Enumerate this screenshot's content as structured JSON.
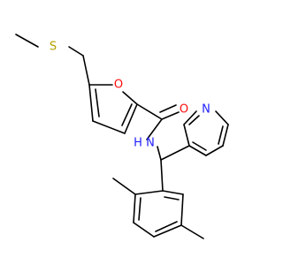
{
  "molecule": {
    "atoms": {
      "s": "S",
      "o_ring": "O",
      "o_carbonyl": "O",
      "nh": "N",
      "nh_h": "H",
      "n_pyridine": "N"
    },
    "colors": {
      "bond": "#000000",
      "sulfur": "#b29f00",
      "oxygen": "#ff0d0d",
      "nitrogen": "#2020ff"
    }
  }
}
